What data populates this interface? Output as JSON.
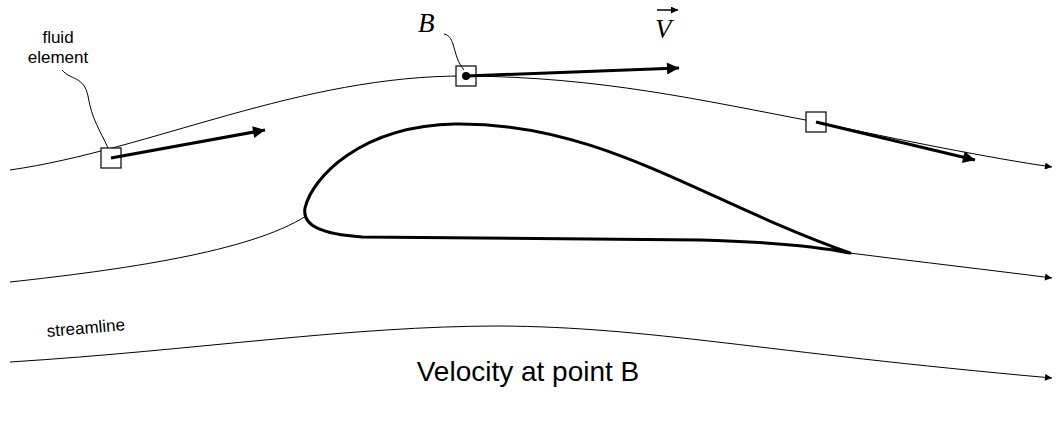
{
  "diagram": {
    "caption": "Velocity at point B",
    "labels": [
      "B",
      "V",
      "fluid element",
      "streamline"
    ]
  }
}
